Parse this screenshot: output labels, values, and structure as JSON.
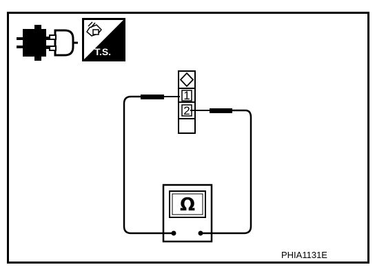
{
  "icons": {
    "connector_icon": "connector-disconnect-icon",
    "ts_icon": "tester-ts-icon",
    "ts_label": "T.S."
  },
  "connector": {
    "pins": [
      "1",
      "2"
    ],
    "symbol_icon": "diamond-connector-icon"
  },
  "meter": {
    "symbol": "Ω",
    "icon": "ohmmeter-icon"
  },
  "figure_code": "PHIA1131E",
  "colors": {
    "line": "#000000",
    "background": "#ffffff"
  }
}
